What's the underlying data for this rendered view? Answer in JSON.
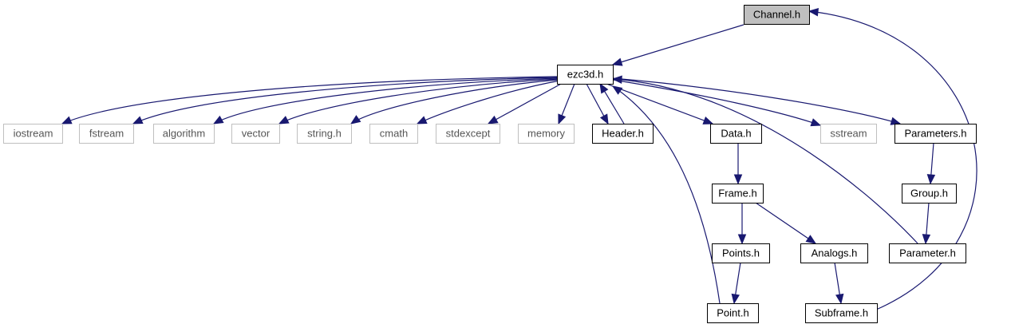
{
  "graph": {
    "colors": {
      "edge": "#191970",
      "node_border": "#000000",
      "external_border": "#bfbfbf",
      "selected_fill": "#bfbfbf",
      "node_fill": "#ffffff"
    },
    "nodes": [
      {
        "id": "channel",
        "label": "Channel.h",
        "kind": "selected"
      },
      {
        "id": "ezc3d",
        "label": "ezc3d.h",
        "kind": "file"
      },
      {
        "id": "iostream",
        "label": "iostream",
        "kind": "external"
      },
      {
        "id": "fstream",
        "label": "fstream",
        "kind": "external"
      },
      {
        "id": "algorithm",
        "label": "algorithm",
        "kind": "external"
      },
      {
        "id": "vector",
        "label": "vector",
        "kind": "external"
      },
      {
        "id": "string",
        "label": "string.h",
        "kind": "external"
      },
      {
        "id": "cmath",
        "label": "cmath",
        "kind": "external"
      },
      {
        "id": "stdexcept",
        "label": "stdexcept",
        "kind": "external"
      },
      {
        "id": "memory",
        "label": "memory",
        "kind": "external"
      },
      {
        "id": "header",
        "label": "Header.h",
        "kind": "file"
      },
      {
        "id": "data",
        "label": "Data.h",
        "kind": "file"
      },
      {
        "id": "sstream",
        "label": "sstream",
        "kind": "external"
      },
      {
        "id": "parameters",
        "label": "Parameters.h",
        "kind": "file"
      },
      {
        "id": "frame",
        "label": "Frame.h",
        "kind": "file"
      },
      {
        "id": "group",
        "label": "Group.h",
        "kind": "file"
      },
      {
        "id": "points",
        "label": "Points.h",
        "kind": "file"
      },
      {
        "id": "analogs",
        "label": "Analogs.h",
        "kind": "file"
      },
      {
        "id": "parameter",
        "label": "Parameter.h",
        "kind": "file"
      },
      {
        "id": "point",
        "label": "Point.h",
        "kind": "file"
      },
      {
        "id": "subframe",
        "label": "Subframe.h",
        "kind": "file"
      }
    ],
    "edges": [
      {
        "from": "channel",
        "to": "ezc3d"
      },
      {
        "from": "ezc3d",
        "to": "iostream"
      },
      {
        "from": "ezc3d",
        "to": "fstream"
      },
      {
        "from": "ezc3d",
        "to": "algorithm"
      },
      {
        "from": "ezc3d",
        "to": "vector"
      },
      {
        "from": "ezc3d",
        "to": "string"
      },
      {
        "from": "ezc3d",
        "to": "cmath"
      },
      {
        "from": "ezc3d",
        "to": "stdexcept"
      },
      {
        "from": "ezc3d",
        "to": "memory"
      },
      {
        "from": "ezc3d",
        "to": "header"
      },
      {
        "from": "header",
        "to": "ezc3d"
      },
      {
        "from": "ezc3d",
        "to": "data"
      },
      {
        "from": "ezc3d",
        "to": "sstream"
      },
      {
        "from": "ezc3d",
        "to": "parameters"
      },
      {
        "from": "data",
        "to": "frame"
      },
      {
        "from": "parameters",
        "to": "group"
      },
      {
        "from": "frame",
        "to": "points"
      },
      {
        "from": "frame",
        "to": "analogs"
      },
      {
        "from": "group",
        "to": "parameter"
      },
      {
        "from": "points",
        "to": "point"
      },
      {
        "from": "analogs",
        "to": "subframe"
      },
      {
        "from": "point",
        "to": "ezc3d"
      },
      {
        "from": "parameter",
        "to": "ezc3d"
      },
      {
        "from": "subframe",
        "to": "channel"
      }
    ]
  }
}
